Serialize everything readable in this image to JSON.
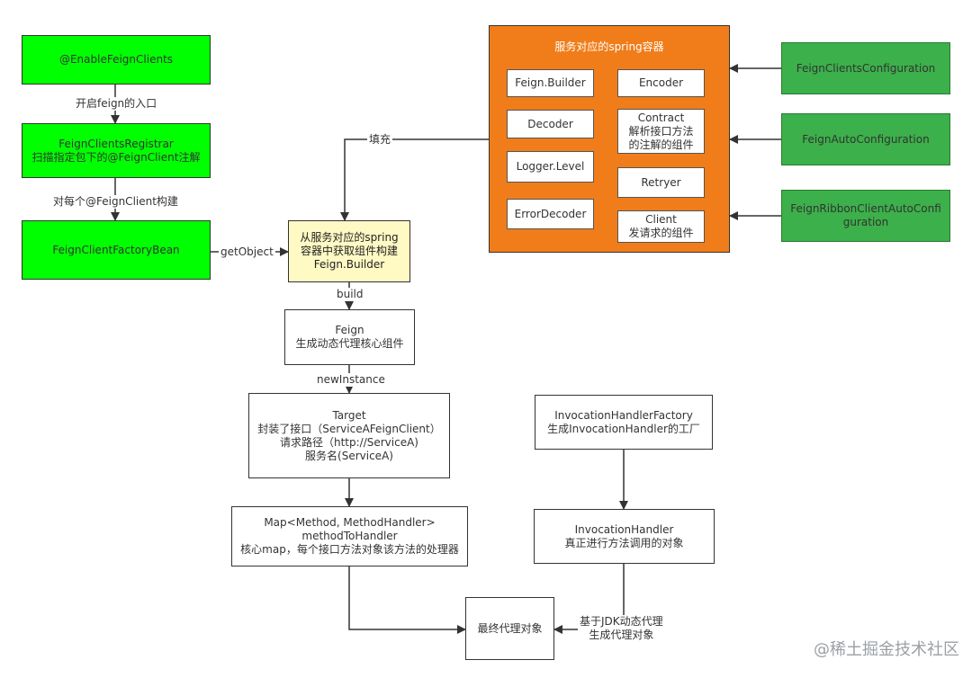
{
  "nodes": {
    "enable_feign_clients": {
      "lines": [
        "@EnableFeignClients"
      ]
    },
    "feign_clients_registrar": {
      "lines": [
        "FeignClientsRegistrar",
        "扫描指定包下的@FeignClient注解"
      ]
    },
    "feign_client_factory_bean": {
      "lines": [
        "FeignClientFactoryBean"
      ]
    },
    "builder_from_container": {
      "lines": [
        "从服务对应的spring",
        "容器中获取组件构建",
        "Feign.Builder"
      ]
    },
    "feign": {
      "lines": [
        "Feign",
        "生成动态代理核心组件"
      ]
    },
    "target": {
      "lines": [
        "Target",
        "封装了接口（ServiceAFeignClient）",
        "请求路径（http://ServiceA)",
        "服务名(ServiceA)"
      ]
    },
    "method_map": {
      "lines": [
        "Map<Method, MethodHandler>",
        "methodToHandler",
        "核心map，每个接口方法对象该方法的处理器"
      ]
    },
    "final_proxy": {
      "lines": [
        "最终代理对象"
      ]
    },
    "invocation_handler_factory": {
      "lines": [
        "InvocationHandlerFactory",
        "生成InvocationHandler的工厂"
      ]
    },
    "invocation_handler": {
      "lines": [
        "InvocationHandler",
        "真正进行方法调用的对象"
      ]
    },
    "spring_container": {
      "title": "服务对应的spring容器",
      "components": {
        "feign_builder": {
          "lines": [
            "Feign.Builder"
          ]
        },
        "encoder": {
          "lines": [
            "Encoder"
          ]
        },
        "decoder": {
          "lines": [
            "Decoder"
          ]
        },
        "contract": {
          "lines": [
            "Contract",
            "解析接口方法",
            "的注解的组件"
          ]
        },
        "logger_level": {
          "lines": [
            "Logger.Level"
          ]
        },
        "retryer": {
          "lines": [
            "Retryer"
          ]
        },
        "error_decoder": {
          "lines": [
            "ErrorDecoder"
          ]
        },
        "client": {
          "lines": [
            "Client",
            "发请求的组件"
          ]
        }
      }
    },
    "feign_clients_configuration": {
      "lines": [
        "FeignClientsConfiguration"
      ]
    },
    "feign_auto_configuration": {
      "lines": [
        "FeignAutoConfiguration"
      ]
    },
    "feign_ribbon_client_auto_configuration": {
      "lines": [
        "FeignRibbonClientAutoConfi",
        "guration"
      ]
    }
  },
  "edges": {
    "entry": "开启feign的入口",
    "build_each": "对每个@FeignClient构建",
    "get_object": "getObject",
    "fill": "填充",
    "build": "build",
    "new_instance": "newInstance",
    "jdk_proxy": [
      "基于JDK动态代理",
      "生成代理对象"
    ]
  },
  "watermark": "@稀土掘金技术社区",
  "colors": {
    "bright_green": "#00ff00",
    "dark_green": "#3cb04a",
    "orange": "#f07d1a",
    "light_yellow": "#fff9c4",
    "line": "#333333"
  }
}
